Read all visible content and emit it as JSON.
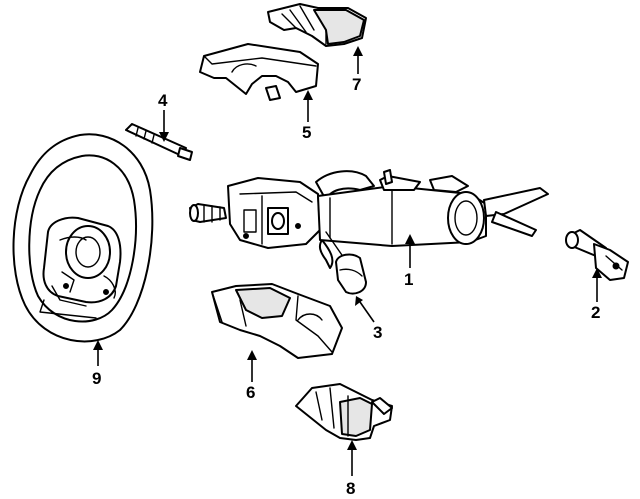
{
  "diagram": {
    "callouts": [
      {
        "id": "1",
        "label": "1",
        "part": "steering-column"
      },
      {
        "id": "2",
        "label": "2",
        "part": "intermediate-shaft"
      },
      {
        "id": "3",
        "label": "3",
        "part": "lever-knob"
      },
      {
        "id": "4",
        "label": "4",
        "part": "pin"
      },
      {
        "id": "5",
        "label": "5",
        "part": "upper-shroud"
      },
      {
        "id": "6",
        "label": "6",
        "part": "lower-shroud"
      },
      {
        "id": "7",
        "label": "7",
        "part": "cover-top"
      },
      {
        "id": "8",
        "label": "8",
        "part": "cover-bottom"
      },
      {
        "id": "9",
        "label": "9",
        "part": "steering-wheel"
      }
    ],
    "colors": {
      "line": "#000000",
      "background": "#ffffff",
      "shade": "#e6e6e6"
    }
  }
}
